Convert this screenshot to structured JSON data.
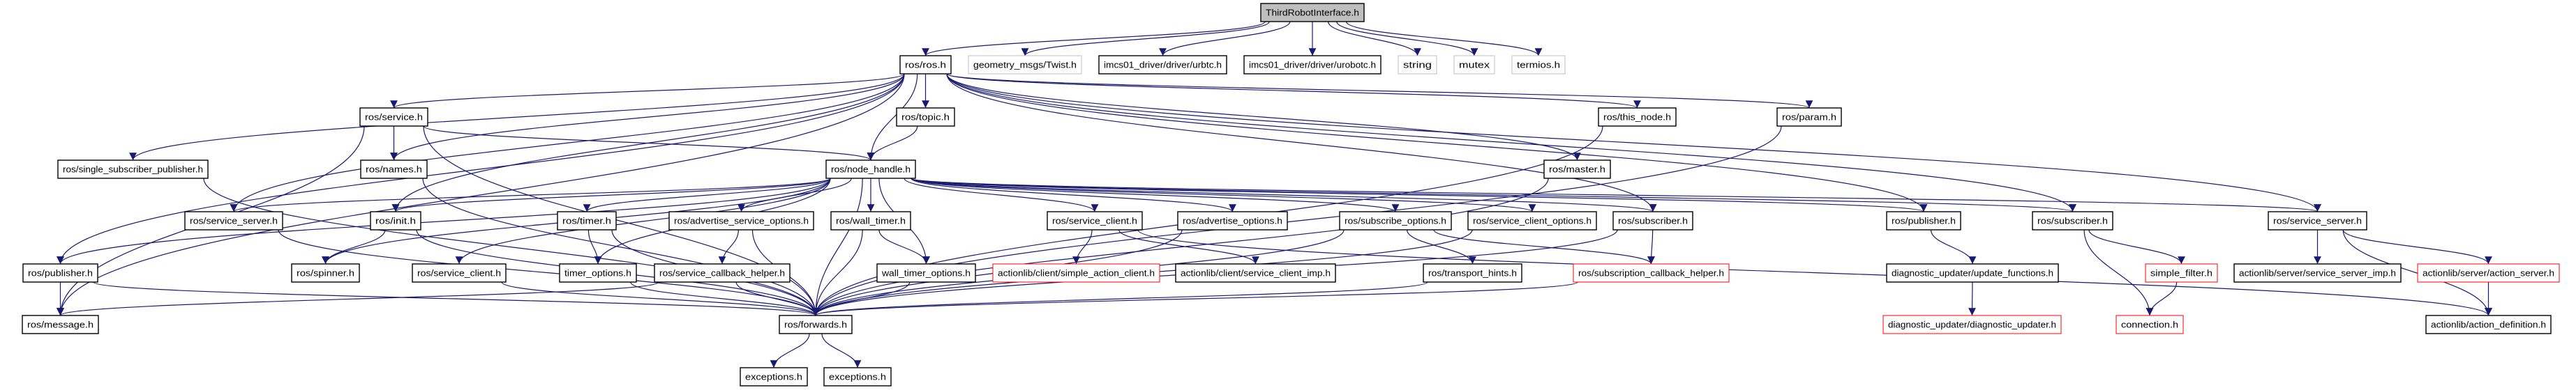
{
  "graph": {
    "edge_color": "#191970",
    "style_colors": {
      "main": {
        "fill": "#bfbfbf",
        "stroke": "#000000"
      },
      "normal": {
        "fill": "#ffffff",
        "stroke": "#000000"
      },
      "external": {
        "fill": "#ffffff",
        "stroke": "#bfbfbf"
      },
      "truncated": {
        "fill": "#ffffff",
        "stroke": "#ff0000"
      }
    },
    "nodes": [
      {
        "label": "ThirdRobotInterface.h",
        "style": "main"
      },
      {
        "label": "ros/ros.h",
        "style": "normal"
      },
      {
        "label": "geometry_msgs/Twist.h",
        "style": "external"
      },
      {
        "label": "imcs01_driver/driver/urbtc.h",
        "style": "normal"
      },
      {
        "label": "imcs01_driver/driver/urobotc.h",
        "style": "normal"
      },
      {
        "label": "string",
        "style": "external"
      },
      {
        "label": "mutex",
        "style": "external"
      },
      {
        "label": "termios.h",
        "style": "external"
      },
      {
        "label": "ros/service.h",
        "style": "normal"
      },
      {
        "label": "ros/topic.h",
        "style": "normal"
      },
      {
        "label": "ros/this_node.h",
        "style": "normal"
      },
      {
        "label": "ros/param.h",
        "style": "normal"
      },
      {
        "label": "ros/single_subscriber_publisher.h",
        "style": "normal"
      },
      {
        "label": "ros/names.h",
        "style": "normal"
      },
      {
        "label": "ros/node_handle.h",
        "style": "normal"
      },
      {
        "label": "ros/master.h",
        "style": "normal"
      },
      {
        "label": "ros/service_server.h",
        "style": "normal"
      },
      {
        "label": "ros/init.h",
        "style": "normal"
      },
      {
        "label": "ros/timer.h",
        "style": "normal"
      },
      {
        "label": "ros/advertise_service_options.h",
        "style": "normal"
      },
      {
        "label": "ros/wall_timer.h",
        "style": "normal"
      },
      {
        "label": "ros/service_client.h",
        "style": "normal"
      },
      {
        "label": "ros/advertise_options.h",
        "style": "normal"
      },
      {
        "label": "ros/subscribe_options.h",
        "style": "normal"
      },
      {
        "label": "ros/service_client_options.h",
        "style": "normal"
      },
      {
        "label": "ros/subscriber.h",
        "style": "normal"
      },
      {
        "label": "ros/publisher.h",
        "style": "normal"
      },
      {
        "label": "ros/subscriber.h",
        "style": "normal"
      },
      {
        "label": "ros/service_server.h",
        "style": "normal"
      },
      {
        "label": "ros/publisher.h",
        "style": "normal"
      },
      {
        "label": "ros/spinner.h",
        "style": "normal"
      },
      {
        "label": "ros/service_client.h",
        "style": "normal"
      },
      {
        "label": "timer_options.h",
        "style": "normal"
      },
      {
        "label": "ros/service_callback_helper.h",
        "style": "normal"
      },
      {
        "label": "wall_timer_options.h",
        "style": "normal"
      },
      {
        "label": "actionlib/client/simple_action_client.h",
        "style": "truncated"
      },
      {
        "label": "actionlib/client/service_client_imp.h",
        "style": "normal"
      },
      {
        "label": "ros/transport_hints.h",
        "style": "normal"
      },
      {
        "label": "ros/subscription_callback_helper.h",
        "style": "truncated"
      },
      {
        "label": "diagnostic_updater/update_functions.h",
        "style": "normal"
      },
      {
        "label": "simple_filter.h",
        "style": "truncated"
      },
      {
        "label": "actionlib/server/service_server_imp.h",
        "style": "normal"
      },
      {
        "label": "actionlib/server/action_server.h",
        "style": "truncated"
      },
      {
        "label": "ros/message.h",
        "style": "normal"
      },
      {
        "label": "ros/forwards.h",
        "style": "normal"
      },
      {
        "label": "diagnostic_updater/diagnostic_updater.h",
        "style": "truncated"
      },
      {
        "label": "connection.h",
        "style": "truncated"
      },
      {
        "label": "actionlib/action_definition.h",
        "style": "normal"
      },
      {
        "label": "exceptions.h",
        "style": "normal"
      },
      {
        "label": "exceptions.h",
        "style": "normal"
      }
    ],
    "edges": [
      [
        0,
        1
      ],
      [
        0,
        2
      ],
      [
        0,
        3
      ],
      [
        0,
        4
      ],
      [
        0,
        5
      ],
      [
        0,
        6
      ],
      [
        0,
        7
      ],
      [
        1,
        8
      ],
      [
        1,
        9
      ],
      [
        1,
        10
      ],
      [
        1,
        11
      ],
      [
        1,
        12
      ],
      [
        1,
        13
      ],
      [
        1,
        14
      ],
      [
        1,
        15
      ],
      [
        1,
        16
      ],
      [
        1,
        17
      ],
      [
        1,
        25
      ],
      [
        1,
        26
      ],
      [
        1,
        27
      ],
      [
        1,
        28
      ],
      [
        1,
        29
      ],
      [
        1,
        43
      ],
      [
        8,
        13
      ],
      [
        8,
        14
      ],
      [
        8,
        43
      ],
      [
        8,
        44
      ],
      [
        9,
        14
      ],
      [
        10,
        44
      ],
      [
        11,
        44
      ],
      [
        12,
        44
      ],
      [
        13,
        44
      ],
      [
        15,
        44
      ],
      [
        14,
        16
      ],
      [
        14,
        17
      ],
      [
        14,
        18
      ],
      [
        14,
        19
      ],
      [
        14,
        20
      ],
      [
        14,
        21
      ],
      [
        14,
        22
      ],
      [
        14,
        23
      ],
      [
        14,
        24
      ],
      [
        14,
        25
      ],
      [
        14,
        26
      ],
      [
        14,
        27
      ],
      [
        14,
        28
      ],
      [
        14,
        29
      ],
      [
        14,
        30
      ],
      [
        14,
        31
      ],
      [
        14,
        32
      ],
      [
        14,
        34
      ],
      [
        14,
        44
      ],
      [
        16,
        44
      ],
      [
        17,
        30
      ],
      [
        17,
        44
      ],
      [
        18,
        32
      ],
      [
        18,
        44
      ],
      [
        19,
        33
      ],
      [
        19,
        44
      ],
      [
        20,
        34
      ],
      [
        20,
        44
      ],
      [
        21,
        35
      ],
      [
        21,
        36
      ],
      [
        21,
        47
      ],
      [
        22,
        44
      ],
      [
        23,
        37
      ],
      [
        23,
        38
      ],
      [
        23,
        44
      ],
      [
        24,
        44
      ],
      [
        25,
        38
      ],
      [
        25,
        44
      ],
      [
        26,
        39
      ],
      [
        27,
        40
      ],
      [
        27,
        46
      ],
      [
        28,
        41
      ],
      [
        28,
        42
      ],
      [
        28,
        47
      ],
      [
        29,
        43
      ],
      [
        29,
        44
      ],
      [
        31,
        44
      ],
      [
        32,
        44
      ],
      [
        33,
        43
      ],
      [
        33,
        44
      ],
      [
        34,
        44
      ],
      [
        37,
        44
      ],
      [
        38,
        44
      ],
      [
        39,
        45
      ],
      [
        40,
        46
      ],
      [
        42,
        47
      ],
      [
        44,
        48
      ],
      [
        44,
        49
      ]
    ]
  }
}
